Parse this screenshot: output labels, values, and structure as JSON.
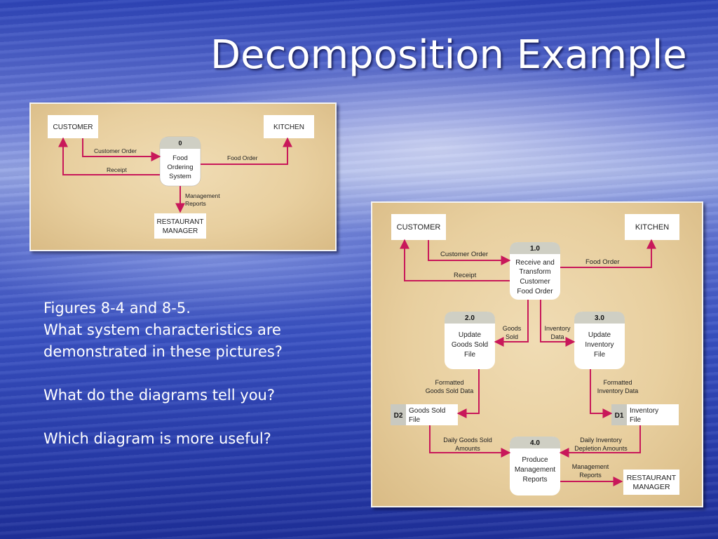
{
  "slide": {
    "title": "Decomposition Example",
    "caption": {
      "line1": "Figures 8-4 and 8-5.",
      "line2": "What system characteristics are",
      "line3": "demonstrated in these pictures?",
      "line4": "What do the diagrams tell you?",
      "line5": "Which diagram is more useful?"
    }
  },
  "diagram1": {
    "entities": {
      "customer": "CUSTOMER",
      "kitchen": "KITCHEN",
      "manager_line1": "RESTAURANT",
      "manager_line2": "MANAGER"
    },
    "process": {
      "id": "0",
      "line1": "Food",
      "line2": "Ordering",
      "line3": "System"
    },
    "flows": {
      "customer_order": "Customer Order",
      "receipt": "Receipt",
      "food_order": "Food Order",
      "mgmt_line1": "Management",
      "mgmt_line2": "Reports"
    }
  },
  "diagram2": {
    "entities": {
      "customer": "CUSTOMER",
      "kitchen": "KITCHEN",
      "manager_line1": "RESTAURANT",
      "manager_line2": "MANAGER"
    },
    "processes": {
      "p1": {
        "id": "1.0",
        "line1": "Receive and",
        "line2": "Transform",
        "line3": "Customer",
        "line4": "Food Order"
      },
      "p2": {
        "id": "2.0",
        "line1": "Update",
        "line2": "Goods Sold",
        "line3": "File"
      },
      "p3": {
        "id": "3.0",
        "line1": "Update",
        "line2": "Inventory",
        "line3": "File"
      },
      "p4": {
        "id": "4.0",
        "line1": "Produce",
        "line2": "Management",
        "line3": "Reports"
      }
    },
    "stores": {
      "d2": {
        "id": "D2",
        "line1": "Goods Sold",
        "line2": "File"
      },
      "d1": {
        "id": "D1",
        "line1": "Inventory",
        "line2": "File"
      }
    },
    "flows": {
      "customer_order": "Customer Order",
      "receipt": "Receipt",
      "food_order": "Food Order",
      "goods_sold_line1": "Goods",
      "goods_sold_line2": "Sold",
      "inventory_data_line1": "Inventory",
      "inventory_data_line2": "Data",
      "fgs_line1": "Formatted",
      "fgs_line2": "Goods Sold Data",
      "fid_line1": "Formatted",
      "fid_line2": "Inventory Data",
      "dgs_line1": "Daily Goods Sold",
      "dgs_line2": "Amounts",
      "did_line1": "Daily Inventory",
      "did_line2": "Depletion Amounts",
      "mr_line1": "Management",
      "mr_line2": "Reports"
    }
  },
  "colors": {
    "flow": "#c8185a",
    "panel": "#e8cf9f",
    "process_header": "#cfcfc4"
  }
}
